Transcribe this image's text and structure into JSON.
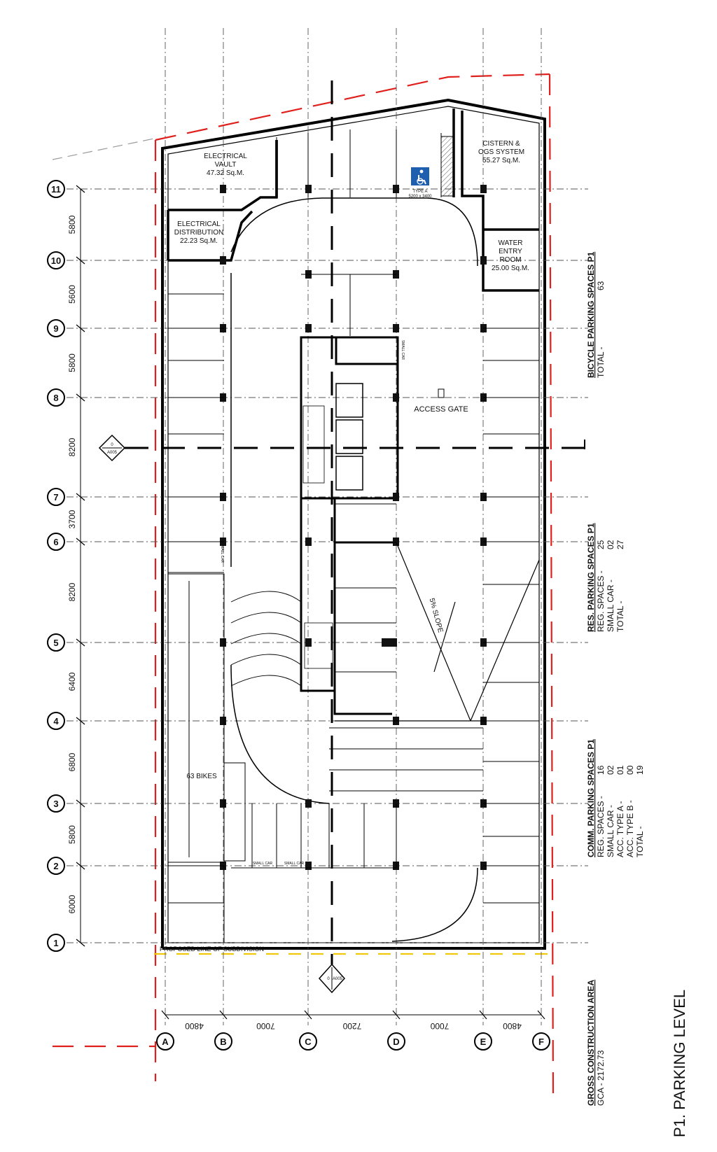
{
  "rooms": {
    "electrical_vault": {
      "name1": "ELECTRICAL",
      "name2": "VAULT",
      "area": "47.32 Sq.M."
    },
    "electrical_distribution": {
      "name1": "ELECTRICAL",
      "name2": "DISTRIBUTION",
      "area": "22.23 Sq.M."
    },
    "cistern": {
      "name1": "CISTERN &",
      "name2": "OGS SYSTEM",
      "area": "55.27 Sq.M."
    },
    "water_entry": {
      "name1": "WATER",
      "name2": "ENTRY",
      "name3": "ROOM",
      "area": "25.00 Sq.M."
    }
  },
  "labels": {
    "access_gate": "ACCESS GATE",
    "slope": "5% SLOPE",
    "bikes": "63 BIKES",
    "subdivision": "PROPOSED LINE OF SUBDIVISION",
    "small_car": "SMALL CAR",
    "accessible_type": "TYPE A",
    "accessible_size": "5200 x 3400",
    "section_ref_a": "A005",
    "section_ref_b": "A005",
    "section_num_a": "0",
    "section_num_b": "0"
  },
  "grid": {
    "rows": [
      "1",
      "2",
      "3",
      "4",
      "5",
      "6",
      "7",
      "8",
      "9",
      "10",
      "11"
    ],
    "row_dims": [
      "6000",
      "5800",
      "6800",
      "6400",
      "8200",
      "3700",
      "8200",
      "5800",
      "5600",
      "5800"
    ],
    "cols": [
      "A",
      "B",
      "C",
      "D",
      "E",
      "F"
    ],
    "col_dims": [
      "4800",
      "7000",
      "7200",
      "7000",
      "4800"
    ]
  },
  "schedules": {
    "bicycle": {
      "title": "BICYCLE PARKING SPACES P1",
      "total_label": "TOTAL -",
      "total": "63"
    },
    "residential": {
      "title": "RES. PARKING SPACES P1",
      "rows": [
        {
          "label": "REG. SPACES -",
          "value": "25"
        },
        {
          "label": "SMALL CAR -",
          "value": "02"
        },
        {
          "label": "TOTAL -",
          "value": "27"
        }
      ]
    },
    "commercial": {
      "title": "COMM. PARKING SPACES P1",
      "rows": [
        {
          "label": "REG. SPACES -",
          "value": "16"
        },
        {
          "label": "SMALL CAR -",
          "value": "02"
        },
        {
          "label": "ACC. TYPE A -",
          "value": "01"
        },
        {
          "label": "ACC. TYPE B -",
          "value": "00"
        },
        {
          "label": "TOTAL -",
          "value": "19"
        }
      ]
    },
    "gca": {
      "title": "GROSS CONSTRUCTION AREA",
      "value": "GCA - 2172.73"
    }
  },
  "drawing_title": "P1. PARKING LEVEL",
  "colors": {
    "property_line": "#e0201c",
    "subdivision_line": "#f2c80f",
    "accessible_sign": "#1f5fb0",
    "ink": "#000000"
  }
}
